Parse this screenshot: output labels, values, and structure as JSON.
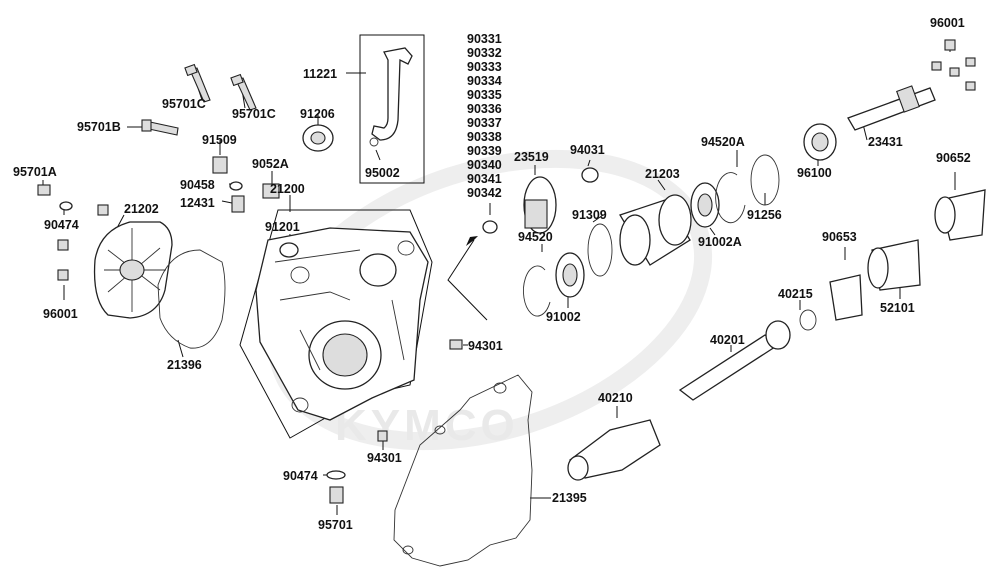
{
  "diagram": {
    "watermark": "KYMCO",
    "labels": {
      "p96001_top": "96001",
      "p11221": "11221",
      "p95701C_a": "95701C",
      "p95701C_b": "95701C",
      "p95701B": "95701B",
      "p91206": "91206",
      "p91509": "91509",
      "p95002": "95002",
      "p9052A": "9052A",
      "p90458": "90458",
      "p12431": "12431",
      "p21200": "21200",
      "p95701A": "95701A",
      "p90474_left": "90474",
      "p21202": "21202",
      "p91201": "91201",
      "p96001_left": "96001",
      "p21396": "21396",
      "p94301_mid": "94301",
      "p94301_low": "94301",
      "p90474_bot": "90474",
      "p95701": "95701",
      "p21395": "21395",
      "p23519": "23519",
      "p94031": "94031",
      "p21203": "21203",
      "p94520A": "94520A",
      "p23431": "23431",
      "p90652": "90652",
      "p96100": "96100",
      "p91309": "91309",
      "p91002A": "91002A",
      "p91256": "91256",
      "p94520": "94520",
      "p91002": "91002",
      "p90653": "90653",
      "p52101": "52101",
      "p40215": "40215",
      "p40201": "40201",
      "p40210": "40210"
    },
    "stack_labels": [
      "90331",
      "90332",
      "90333",
      "90334",
      "90335",
      "90336",
      "90337",
      "90338",
      "90339",
      "90340",
      "90341",
      "90342"
    ]
  }
}
